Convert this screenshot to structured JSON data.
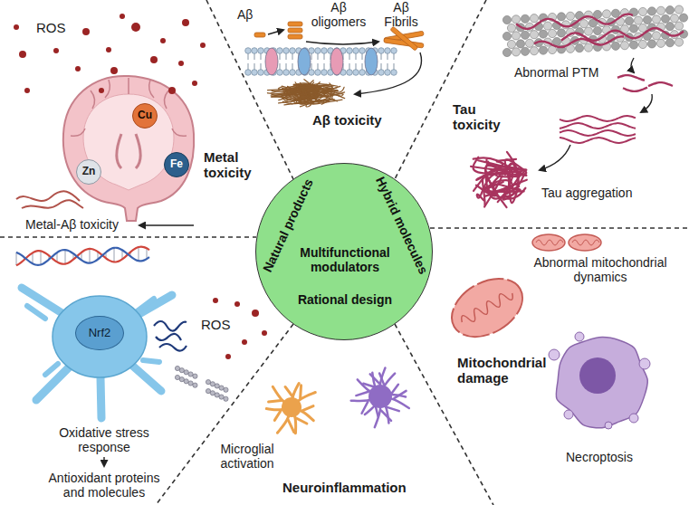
{
  "diagram": {
    "nodes": [
      {
        "text": [
          "Cu"
        ]
      },
      {
        "text": [
          "Zn"
        ]
      },
      {
        "text": [
          "Fe"
        ]
      },
      {
        "text": [
          "Natural products",
          "Hybrid molecules",
          "Multifunctional modulators",
          "Rational design"
        ]
      },
      {
        "text": [
          "Nrf2"
        ]
      }
    ],
    "labels": [
      "ROS",
      "Aβ",
      "Aβ oligomers",
      "Aβ Fibrils",
      "Metal toxicity",
      "Aβ toxicity",
      "Abnormal PTM",
      "Tau toxicity",
      "Tau aggregation",
      "Metal-Aβ toxicity",
      "Abnormal mitochondrial dynamics",
      "ROS",
      "Mitochondrial damage",
      "Oxidative stress response",
      "Microglial activation",
      "Necroptosis",
      "Antioxidant proteins and molecules",
      "Neuroinflammation"
    ]
  }
}
